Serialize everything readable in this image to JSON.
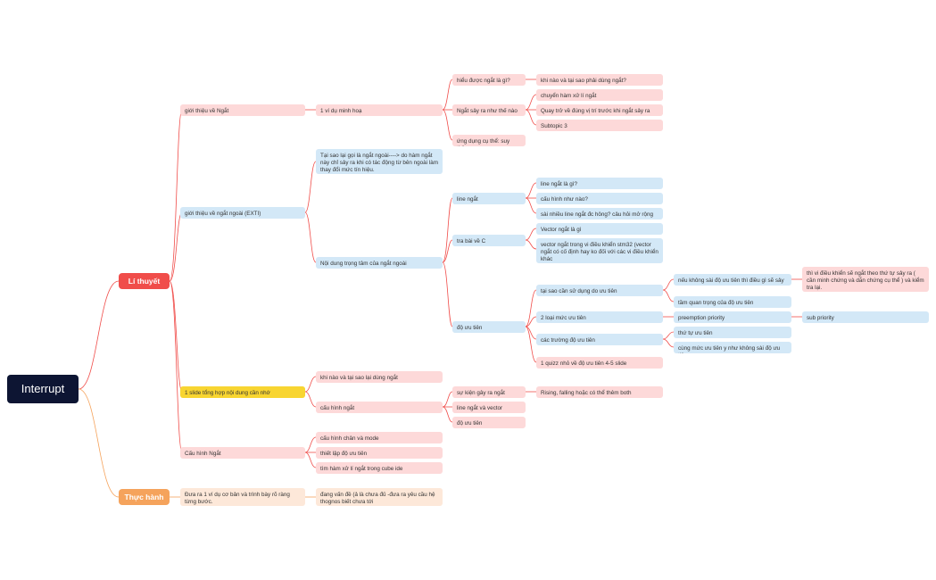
{
  "root": "Interrupt",
  "branches": [
    {
      "label": "Lí thuyết",
      "color": "#f04d4a",
      "children": [
        {
          "label": "giới thiệu về Ngắt",
          "children": [
            {
              "label": "1 ví dụ minh hoạ",
              "children": [
                {
                  "label": "hiểu được ngắt là gì?",
                  "children": [
                    {
                      "label": "khi nào và tại sao phải dùng ngắt?"
                    }
                  ]
                },
                {
                  "label": "Ngắt sảy ra như thế nào",
                  "children": [
                    {
                      "label": "chuyển hàm xử lí ngắt"
                    },
                    {
                      "label": "Quay trở về đúng vị trí trước khi ngắt sảy ra"
                    },
                    {
                      "label": "Subtopic 3"
                    }
                  ]
                },
                {
                  "label": "ứng dụng cụ thể: suy thêm"
                }
              ]
            }
          ]
        },
        {
          "label": "giới thiệu về ngắt ngoài (EXTI)",
          "children": [
            {
              "label": "Tại sao lại gọi là ngắt ngoài----> do hàm ngắt này chỉ sảy ra khi có tác động từ bên ngoài làm thay đổi mức tín hiệu."
            },
            {
              "label": "Nội dung trọng tâm của ngắt ngoài",
              "children": [
                {
                  "label": "line ngắt",
                  "children": [
                    {
                      "label": "line ngắt là gì?"
                    },
                    {
                      "label": "cấu hình như nào?"
                    },
                    {
                      "label": "sài nhiều line ngắt đc hông? câu hỏi mở rộng"
                    }
                  ]
                },
                {
                  "label": "tra bài về C",
                  "children": [
                    {
                      "label": "Vector ngắt là gì"
                    },
                    {
                      "label": "vector ngắt trong vi điều khiển stm32 (vector ngắt có cố định hay ko đối với các vi điều khiển khác"
                    }
                  ]
                },
                {
                  "label": "độ ưu tiên",
                  "children": [
                    {
                      "label": "tại sao cần sử dụng do ưu tiên",
                      "children": [
                        {
                          "label": "nếu không sài độ ưu tiên thì điều gì sẽ sảy ra",
                          "children": [
                            {
                              "label": "thì vi điều khiển sẽ ngắt theo thứ tự sảy ra ( cần minh chứng và dẫn chứng cụ thể ) và kiểm tra lại."
                            }
                          ]
                        },
                        {
                          "label": "tầm quan trọng của độ ưu tiên"
                        }
                      ]
                    },
                    {
                      "label": "2 loại mức ưu tiên",
                      "children": [
                        {
                          "label": "preemption priority",
                          "children": [
                            {
                              "label": "sub priority"
                            }
                          ]
                        }
                      ]
                    },
                    {
                      "label": "các trường độ ưu tiên",
                      "children": [
                        {
                          "label": "thứ tự ưu tiên"
                        },
                        {
                          "label": "cùng mức ưu tiên y như không sài độ ưu tiên"
                        }
                      ]
                    },
                    {
                      "label": "1 quizz nhỏ về độ ưu tiên 4-5 slide"
                    }
                  ]
                }
              ]
            }
          ]
        },
        {
          "label": "1 slide tổng hợp nội dung cần nhớ",
          "children": [
            {
              "label": "khi nào và tại sao lại dùng ngắt"
            },
            {
              "label": "cấu hình ngắt",
              "children": [
                {
                  "label": "sự kiện gây ra ngắt",
                  "children": [
                    {
                      "label": "Rising, falling hoặc có thể thêm both"
                    }
                  ]
                },
                {
                  "label": "line ngắt và vector"
                },
                {
                  "label": "độ ưu tiên"
                }
              ]
            }
          ]
        },
        {
          "label": "Cấu hình Ngắt",
          "children": [
            {
              "label": "cấu hình chân và mode"
            },
            {
              "label": "thiết lập độ ưu tiên"
            },
            {
              "label": "tìm hàm xử lí ngắt trong cube ide"
            }
          ]
        }
      ]
    },
    {
      "label": "Thực hành",
      "color": "#f5a35c",
      "children": [
        {
          "label": "Đưa ra 1 ví dụ cơ bản và trình bày rõ ràng từng bước.",
          "children": [
            {
              "label": "đang vấn đề (ả là chưa đủ -đưa ra yêu cầu hệ thognos biết chưa tới"
            }
          ]
        }
      ]
    }
  ],
  "colors": {
    "red_line": "#f04d4a",
    "orange_line": "#f5a35c",
    "pink": "#fdd9d9",
    "blue": "#d3e8f7",
    "peach": "#fde8d9",
    "yellow": "#f8d531",
    "root_bg": "#0d1533"
  }
}
